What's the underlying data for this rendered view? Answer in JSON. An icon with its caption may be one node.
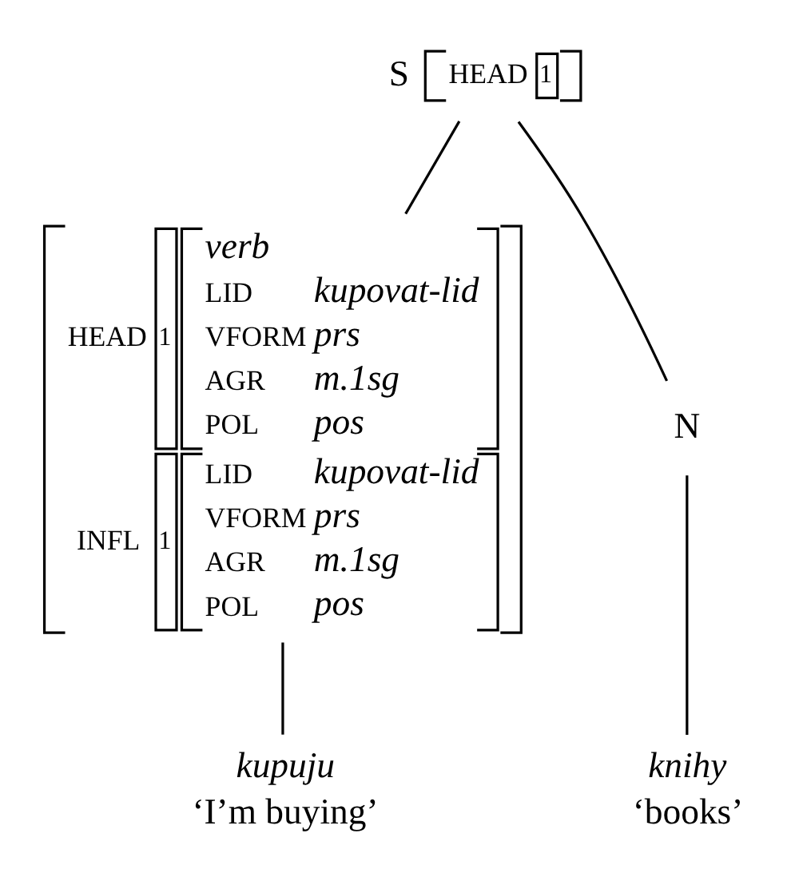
{
  "diagram": {
    "nodes": [
      {
        "text": [
          "S",
          "HEAD",
          "1"
        ]
      },
      {
        "text": [
          "HEAD",
          "1",
          "verb",
          "LID",
          "kupovat-lid",
          "VFORM",
          "prs",
          "AGR",
          "m.1sg",
          "POL",
          "pos",
          "INFL",
          "1",
          "LID",
          "kupovat-lid",
          "VFORM",
          "prs",
          "AGR",
          "m.1sg",
          "POL",
          "pos"
        ]
      },
      {
        "text": [
          "N"
        ]
      },
      {
        "text": [
          "kupuju",
          "‘I’m buying’"
        ]
      },
      {
        "text": [
          "knihy",
          "‘books’"
        ]
      }
    ],
    "edges": [
      {
        "from": 0,
        "to": 1,
        "arrow": "none"
      },
      {
        "from": 0,
        "to": 2,
        "arrow": "none"
      },
      {
        "from": 1,
        "to": 3,
        "arrow": "none"
      },
      {
        "from": 2,
        "to": 4,
        "arrow": "none"
      }
    ]
  }
}
